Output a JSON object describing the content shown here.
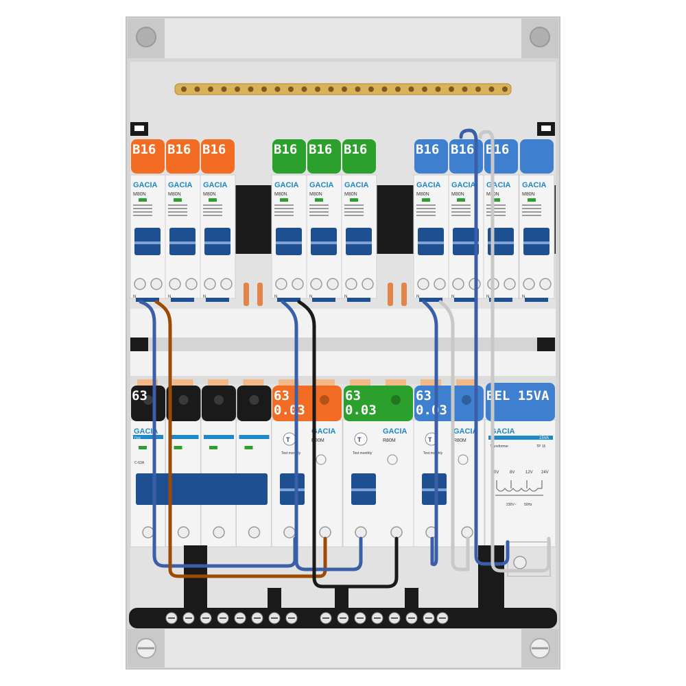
{
  "colors": {
    "orange": "#f26c24",
    "green": "#2ca02c",
    "blue": "#3f7fd0",
    "black": "#1a1a1a",
    "lever": "#1d4f91",
    "brown": "#9c4a06",
    "wire_blue": "#3a5fa8",
    "wire_grey": "#c8c8c8",
    "brass": "#d8b35a",
    "enclosure": "#d9d9d9"
  },
  "top_row": {
    "breakers": [
      {
        "label": "B16",
        "brand": "GACIA",
        "model": "M80N",
        "color": "orange"
      },
      {
        "label": "B16",
        "brand": "GACIA",
        "model": "M80N",
        "color": "orange"
      },
      {
        "label": "B16",
        "brand": "GACIA",
        "model": "M80N",
        "color": "orange"
      },
      {
        "label": "B16",
        "brand": "GACIA",
        "model": "M80N",
        "color": "green"
      },
      {
        "label": "B16",
        "brand": "GACIA",
        "model": "M80N",
        "color": "green"
      },
      {
        "label": "B16",
        "brand": "GACIA",
        "model": "M80N",
        "color": "green"
      },
      {
        "label": "B16",
        "brand": "GACIA",
        "model": "M80N",
        "color": "blue"
      },
      {
        "label": "B16",
        "brand": "GACIA",
        "model": "M80N",
        "color": "blue"
      },
      {
        "label": "B16",
        "brand": "GACIA",
        "model": "M80N",
        "color": "blue"
      },
      {
        "label": "",
        "brand": "GACIA",
        "model": "M80N",
        "color": "blue"
      }
    ],
    "terminal_letter": "N"
  },
  "bottom_row": {
    "main_switch": {
      "label": "63",
      "brand": "GACIA",
      "model": "DH",
      "rating": "C-63A"
    },
    "rcds": [
      {
        "label_line1": "63",
        "label_line2": "0.03",
        "brand": "GACIA",
        "model": "R80M",
        "test_text": "Test monthly",
        "color": "orange"
      },
      {
        "label_line1": "63",
        "label_line2": "0.03",
        "brand": "GACIA",
        "model": "R80M",
        "test_text": "Test monthly",
        "color": "green"
      },
      {
        "label_line1": "63",
        "label_line2": "0.03",
        "brand": "GACIA",
        "model": "R80M",
        "test_text": "Test monthly",
        "color": "blue"
      }
    ],
    "transformer": {
      "label": "BEL 15VA",
      "brand": "GACIA",
      "rating": "15VA",
      "name": "Transformer",
      "model": "TP 15",
      "taps": [
        "0V",
        "8V",
        "12V",
        "24V"
      ],
      "input": "230V~",
      "freq": "50Hz"
    }
  }
}
